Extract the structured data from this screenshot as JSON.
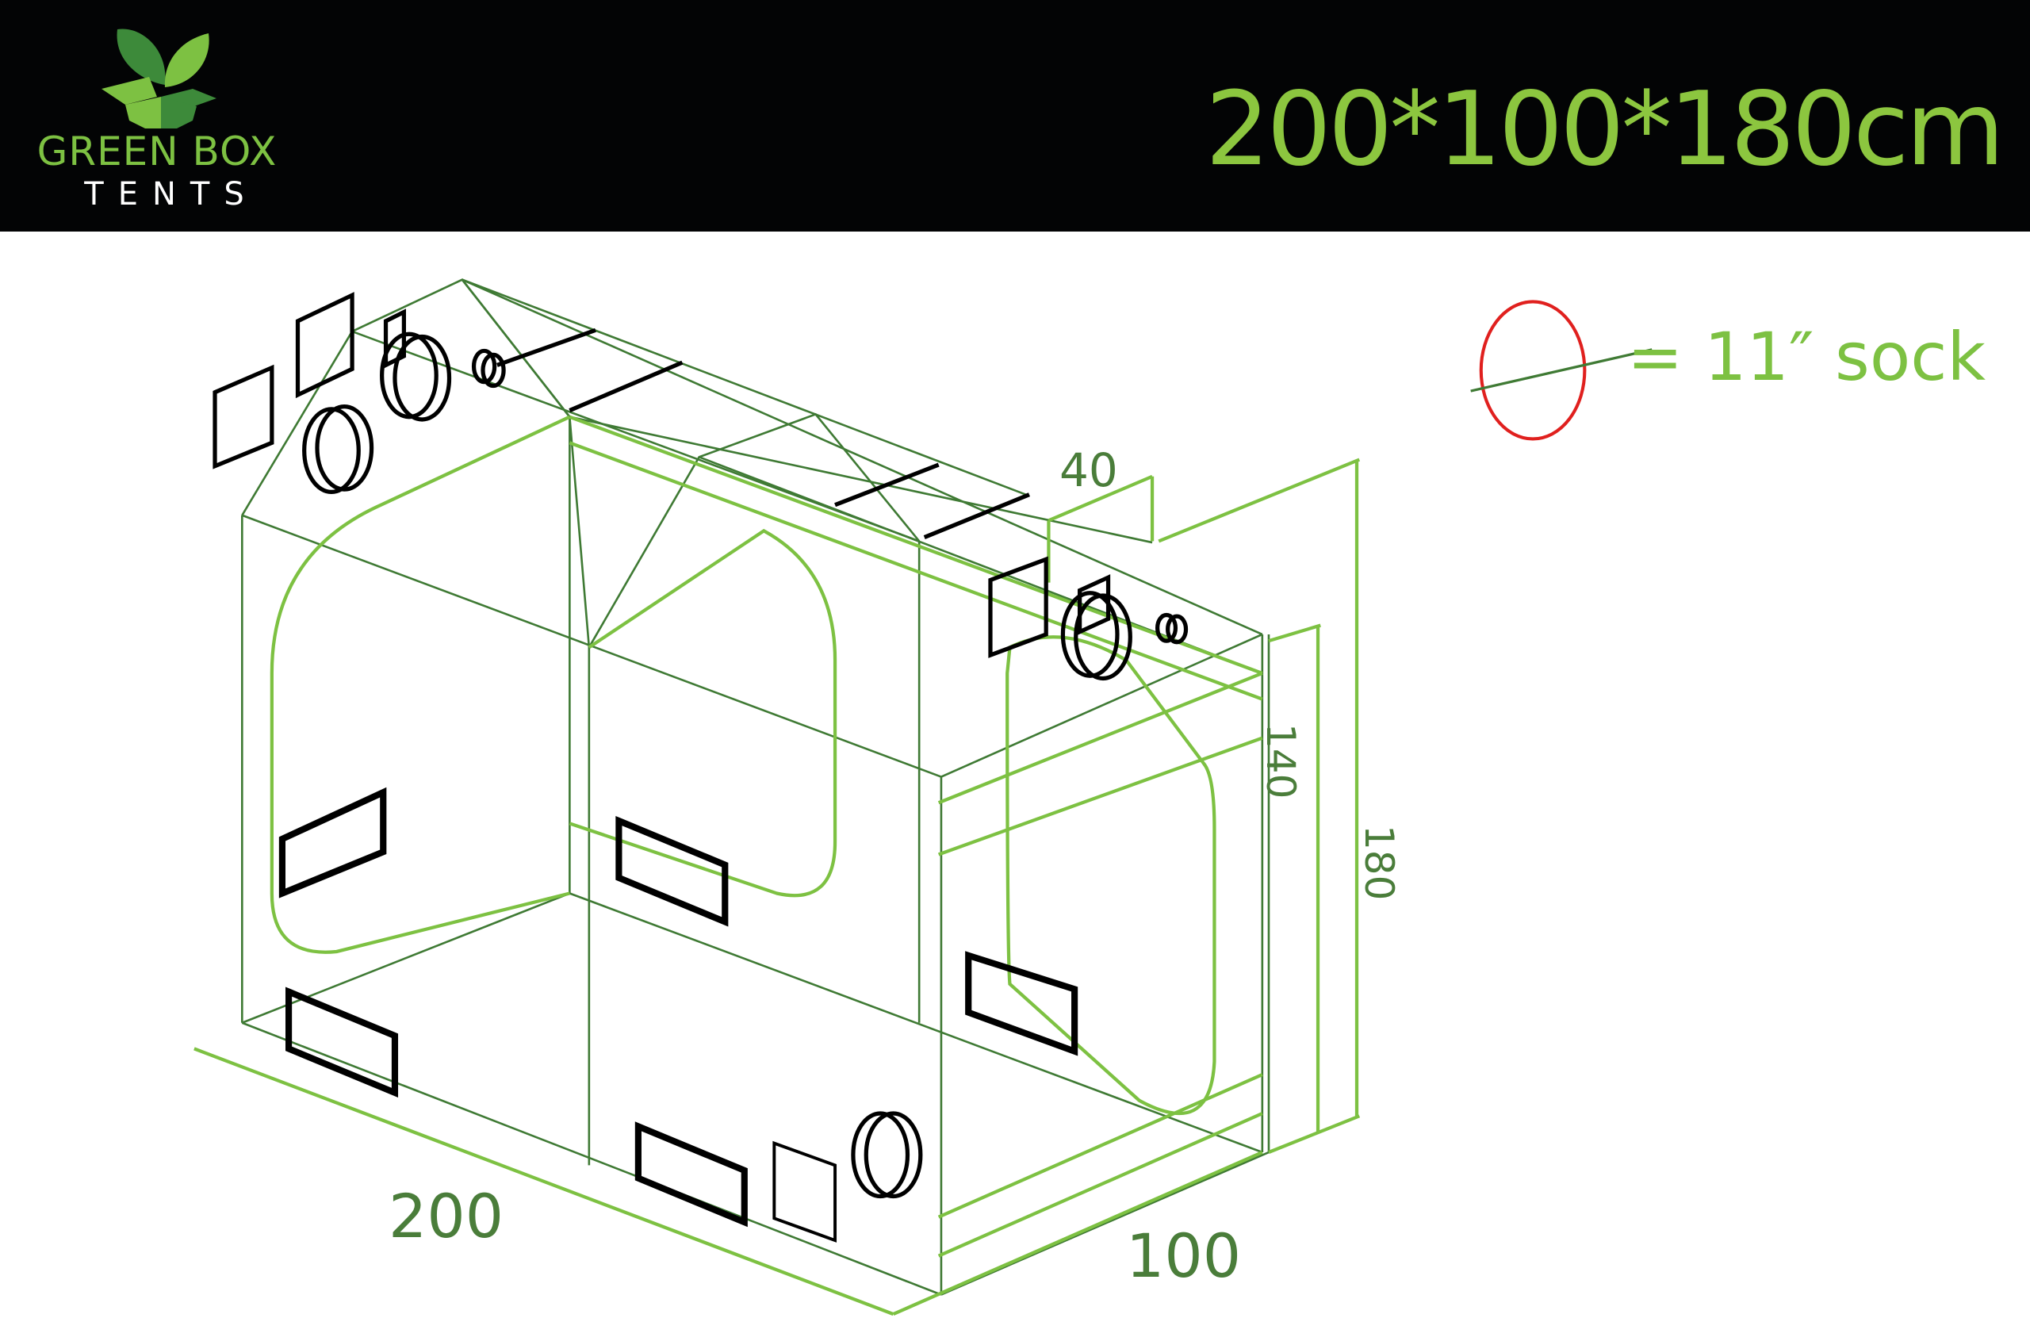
{
  "header": {
    "brand_line1": "GREEN BOX",
    "brand_line2": "TENTS",
    "title": "200*100*180cm",
    "background": "#030405",
    "accent": "#8cc63f"
  },
  "legend": {
    "icon": "red-circle-diameter-icon",
    "text": "= 11″ sock",
    "circle_color": "#e0201e"
  },
  "dimensions": {
    "width": "200",
    "depth": "100",
    "height_total": "180",
    "height_wall": "140",
    "roof_offset": "40",
    "unit": "cm"
  },
  "colors": {
    "frame_dark": "#3f7a34",
    "frame_light": "#7dc142",
    "ports": "#000000"
  }
}
